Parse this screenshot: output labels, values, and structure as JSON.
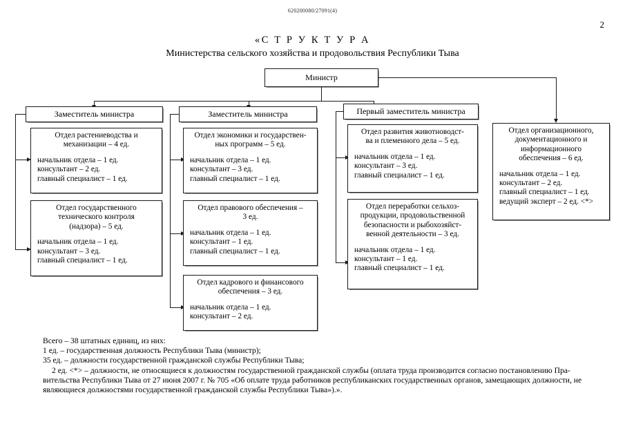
{
  "document": {
    "code": "620200080/27091(4)",
    "page_number": "2",
    "title_main": "«С Т Р У К Т У Р А",
    "title_sub": "Министерства сельского хозяйства и продовольствия Республики Тыва"
  },
  "chart": {
    "root": {
      "label": "Министр"
    },
    "deputies": [
      {
        "label": "Заместитель министра"
      },
      {
        "label": "Заместитель министра"
      },
      {
        "label": "Первый заместитель министра"
      }
    ],
    "columns": [
      {
        "parent": "Заместитель министра",
        "departments": [
          {
            "head": "Отдел растениеводства и\nмеханизации – 4 ед.",
            "staff": "начальник отдела – 1 ед.\nконсультант – 2 ед.\nглавный специалист – 1 ед."
          },
          {
            "head": "Отдел государственного\nтехнического контроля\n(надзора) – 5 ед.",
            "staff": "начальник отдела – 1 ед.\nконсультант – 3 ед.\nглавный специалист – 1 ед."
          }
        ]
      },
      {
        "parent": "Заместитель министра",
        "departments": [
          {
            "head": "Отдел экономики и государствен-\nных программ – 5 ед.",
            "staff": "начальник отдела – 1 ед.\nконсультант – 3 ед.\nглавный специалист – 1 ед."
          },
          {
            "head": "Отдел правового обеспечения –\n3 ед.",
            "staff": "начальник отдела – 1 ед.\nконсультант – 1 ед.\nглавный специалист – 1 ед."
          },
          {
            "head": "Отдел кадрового и финансового\nобеспечения – 3 ед.",
            "staff": "начальник отдела – 1 ед.\nконсультант – 2 ед."
          }
        ]
      },
      {
        "parent": "Первый заместитель министра",
        "departments": [
          {
            "head": "Отдел развития животноводст-\nва и племенного дела – 5 ед.",
            "staff": "начальник отдела – 1 ед.\nконсультант – 3 ед.\nглавный специалист – 1 ед."
          },
          {
            "head": "Отдел переработки сельхоз-\nпродукции, продовольственной\nбезопасности и рыбохозяйст-\nвенной деятельности – 3 ед.",
            "staff": "начальник отдела – 1 ед.\nконсультант – 1 ед.\nглавный специалист – 1 ед."
          }
        ]
      },
      {
        "parent": "Министр",
        "departments": [
          {
            "head": "Отдел организационного,\nдокументационного и\nинформационного\nобеспечения – 6 ед.",
            "staff": "начальник отдела – 1 ед.\nконсультант – 2 ед.\nглавный специалист – 1 ед.\nведущий эксперт – 2 ед. <*>"
          }
        ]
      }
    ]
  },
  "notes": {
    "line1": "Всего – 38 штатных единиц, из них:",
    "line2": "1 ед. – государственная должность Республики Тыва (министр);",
    "line3": "35 ед. – должности государственной гражданской службы Республики Тыва;",
    "line4": "2 ед. <*> – должности, не относящиеся к должностям государственной гражданской службы (оплата труда производится согласно постановлению Пра-",
    "line5": "вительства Республики Тыва от 27 июня 2007 г. № 705 «Об оплате труда работников республиканских государственных органов, замещающих должности, не",
    "line6": "являющиеся должностями государственной гражданской службы Республики Тыва»).»."
  }
}
